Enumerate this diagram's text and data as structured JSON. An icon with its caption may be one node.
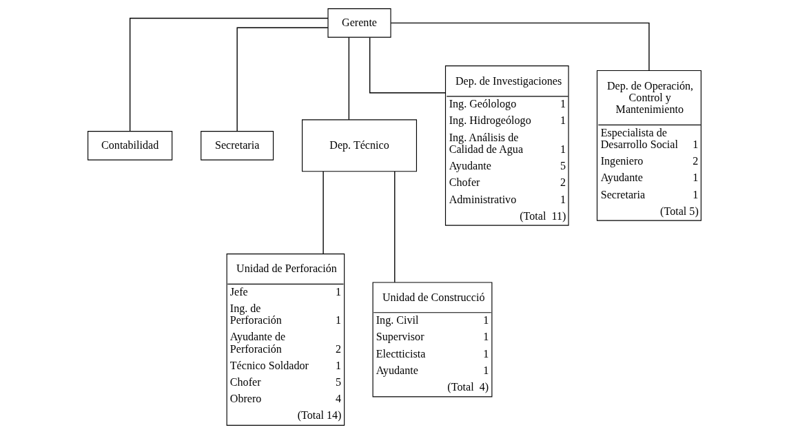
{
  "diagram": {
    "nodes": [
      {
        "text": [
          "Gerente"
        ]
      },
      {
        "text": [
          "Contabilidad"
        ]
      },
      {
        "text": [
          "Secretaria"
        ]
      },
      {
        "text": [
          "Dep. Técnico"
        ]
      },
      {
        "text": [
          "Dep. de Investigaciones",
          "Ing. Geólologo",
          "1",
          "Ing. Hidrogeólogo",
          "1",
          "Ing. Análisis de Calidad de Agua",
          "1",
          "Ayudante",
          "5",
          "Chofer",
          "2",
          "Administrativo",
          "1",
          "(Total  11)"
        ]
      },
      {
        "text": [
          "Dep. de Operación, Control y Mantenimiento",
          "Especialista de Desarrollo Social",
          "1",
          "Ingeniero",
          "2",
          "Ayudante",
          "1",
          "Secretaria",
          "1",
          "(Total 5)"
        ]
      },
      {
        "text": [
          "Unidad de Perforación",
          "Jefe",
          "1",
          "Ing. de Perforación",
          "1",
          "Ayudante de Perforación",
          "2",
          "Técnico Soldador",
          "1",
          "Chofer",
          "5",
          "Obrero",
          "4",
          "(Total 14)"
        ]
      },
      {
        "text": [
          "Unidad de Construcció",
          "Ing. Civil",
          "1",
          "Supervisor",
          "1",
          "Electticista",
          "1",
          "Ayudante",
          "1",
          "(Total  4)"
        ]
      }
    ],
    "edges": [
      {
        "from": 0,
        "to": 1,
        "arrow": "none"
      },
      {
        "from": 0,
        "to": 2,
        "arrow": "none"
      },
      {
        "from": 0,
        "to": 3,
        "arrow": "none"
      },
      {
        "from": 0,
        "to": 4,
        "arrow": "none"
      },
      {
        "from": 0,
        "to": 5,
        "arrow": "none"
      },
      {
        "from": 3,
        "to": 6,
        "arrow": "none"
      },
      {
        "from": 3,
        "to": 7,
        "arrow": "none"
      }
    ]
  }
}
